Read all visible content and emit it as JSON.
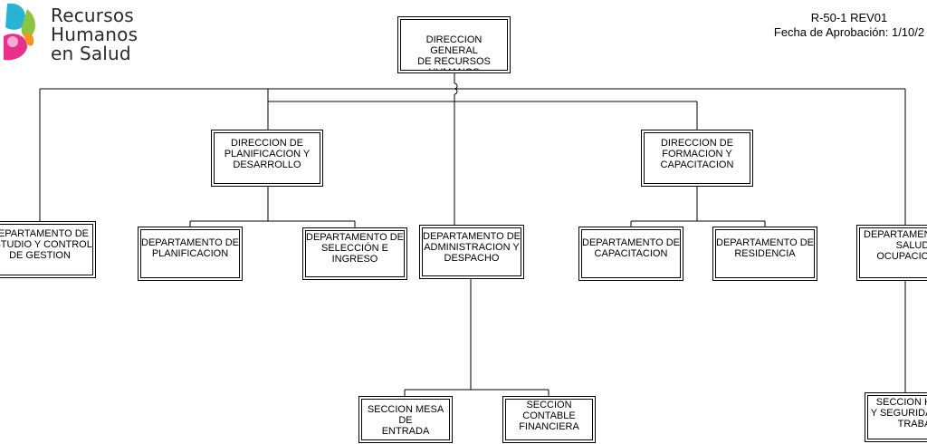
{
  "logo": {
    "lines": [
      "Recursos",
      "Humanos",
      "en Salud"
    ],
    "colors": [
      "#2bb3d6",
      "#8cc63f",
      "#e8308a",
      "#f7941d"
    ]
  },
  "document": {
    "code": "R-50-1 REV01",
    "approval": "Fecha de Aprobación: 1/10/2"
  },
  "nodes": {
    "direccion_general": "DIRECCION GENERAL\nDE RECURSOS\nHUMANOS",
    "dir_planificacion": "DIRECCION DE\nPLANIFICACION Y\nDESARROLLO",
    "dir_formacion": "DIRECCION DE\nFORMACION Y\nCAPACITACION",
    "depto_estudio": "DEPARTAMENTO DE\nESTUDIO Y CONTROL\nDE GESTION",
    "depto_planificacion": "DEPARTAMENTO DE\nPLANIFICACION",
    "depto_seleccion": "DEPARTAMENTO DE\nSELECCIÓN E\nINGRESO",
    "depto_administracion": "DEPARTAMENTO DE\nADMINISTRACION Y\nDESPACHO",
    "depto_capacitacion": "DEPARTAMENTO DE\nCAPACITACION",
    "depto_residencia": "DEPARTAMENTO DE\nRESIDENCIA",
    "depto_salud": "DEPARTAMENTO DE\nSALUD\nOCUPACIONAL",
    "seccion_mesa": "SECCION MESA DE\nENTRADA",
    "seccion_contable": "SECCION\nCONTABLE\nFINANCIERA",
    "seccion_higiene": "SECCION HIGIENE\nY SEGURIDAD EN EL\nTRABAJO"
  }
}
